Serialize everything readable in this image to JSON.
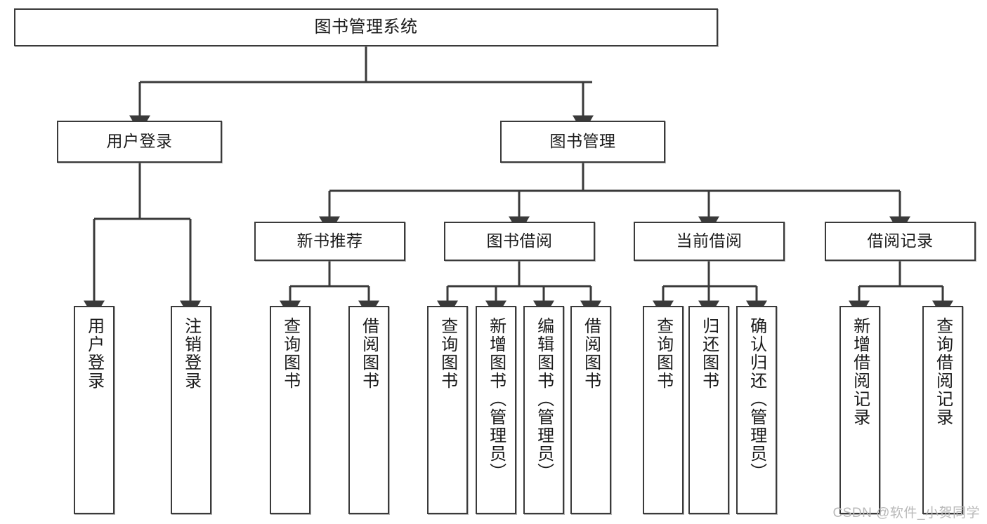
{
  "diagram": {
    "title": "图书管理系统",
    "type": "tree-hierarchy",
    "root": {
      "label": "图书管理系统"
    },
    "level2": [
      {
        "label": "用户登录"
      },
      {
        "label": "图书管理"
      }
    ],
    "level3": [
      {
        "label": "新书推荐"
      },
      {
        "label": "图书借阅"
      },
      {
        "label": "当前借阅"
      },
      {
        "label": "借阅记录"
      }
    ],
    "leaves": {
      "user_login": [
        {
          "label": "用户登录"
        },
        {
          "label": "注销登录"
        }
      ],
      "new_book_recommend": [
        {
          "label": "查询图书"
        },
        {
          "label": "借阅图书"
        }
      ],
      "book_borrow": [
        {
          "label": "查询图书"
        },
        {
          "label": "新增图书（管理员）"
        },
        {
          "label": "编辑图书（管理员）"
        },
        {
          "label": "借阅图书"
        }
      ],
      "current_borrow": [
        {
          "label": "查询图书"
        },
        {
          "label": "归还图书"
        },
        {
          "label": "确认归还（管理员）"
        }
      ],
      "borrow_record": [
        {
          "label": "新增借阅记录"
        },
        {
          "label": "查询借阅记录"
        }
      ]
    }
  },
  "watermark": {
    "text": "CSDN @软件_小贺同学"
  },
  "colors": {
    "border": "#3a3a3a",
    "background": "#ffffff",
    "text": "#1b1b1b",
    "watermark": "#b9b9b9"
  }
}
